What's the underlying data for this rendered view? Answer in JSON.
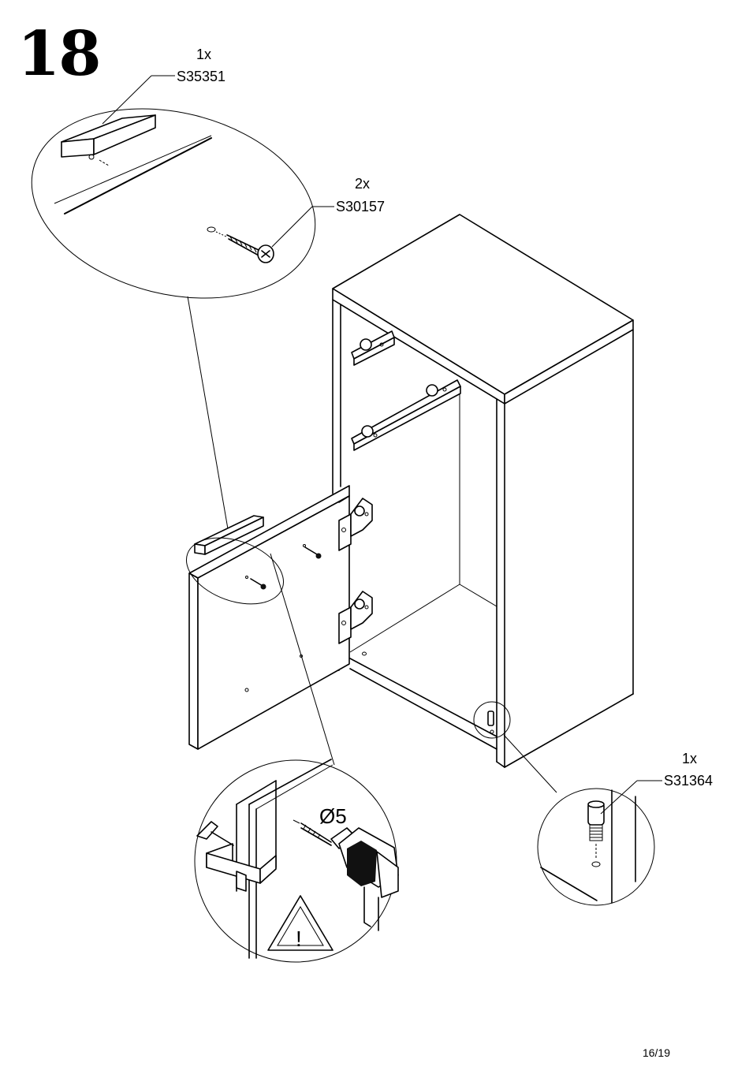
{
  "step": {
    "number": "18"
  },
  "callouts": {
    "handle": {
      "qty": "1x",
      "code": "S35351"
    },
    "screws": {
      "qty": "2x",
      "code": "S30157"
    },
    "pin": {
      "qty": "1x",
      "code": "S31364"
    }
  },
  "drill": {
    "diameter_label": "Ø5",
    "warning_symbol": "!"
  },
  "page": {
    "label": "16/19"
  },
  "icons": [
    "drill-icon",
    "clamp-icon",
    "warning-triangle-icon",
    "screw-icon",
    "handle-icon",
    "hinge-icon",
    "drawer-runner-icon",
    "shelf-pin-icon"
  ]
}
